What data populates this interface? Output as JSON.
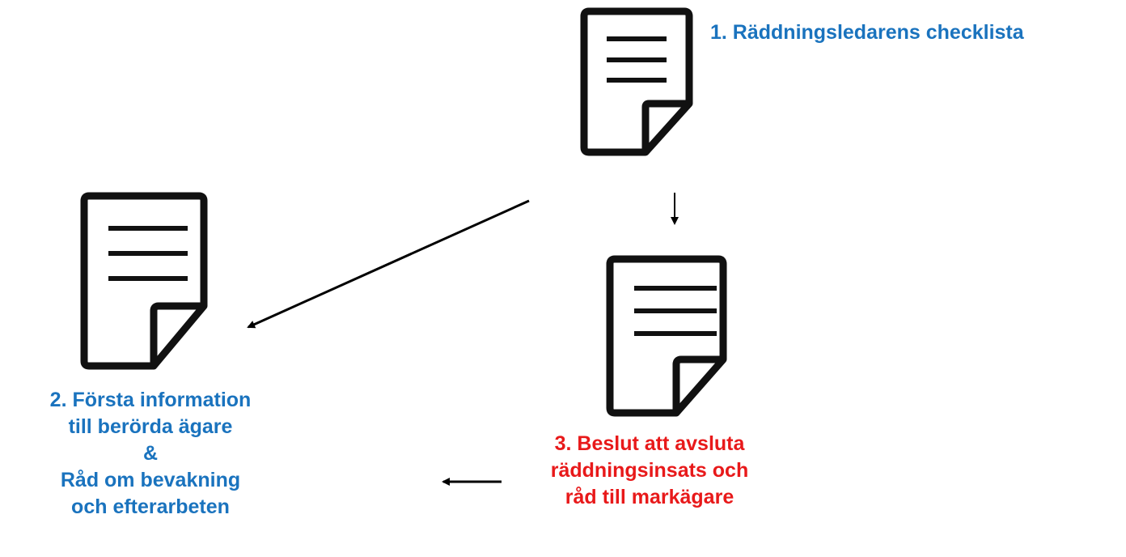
{
  "colors": {
    "blue": "#1a73be",
    "red": "#e8191a",
    "icon": "#111111",
    "arrow": "#000000"
  },
  "nodes": [
    {
      "id": "doc1",
      "icon": "document-icon",
      "label_color": "blue",
      "lines": [
        "1. Räddningsledarens checklista"
      ]
    },
    {
      "id": "doc2",
      "icon": "document-icon",
      "label_color": "blue",
      "lines": [
        "2. Första information",
        "till berörda ägare",
        "&",
        "Råd om bevakning",
        "och efterarbeten"
      ]
    },
    {
      "id": "doc3",
      "icon": "document-icon",
      "label_color": "red",
      "lines": [
        "3. Beslut att avsluta",
        "räddningsinsats och",
        "råd till markägare"
      ]
    }
  ]
}
